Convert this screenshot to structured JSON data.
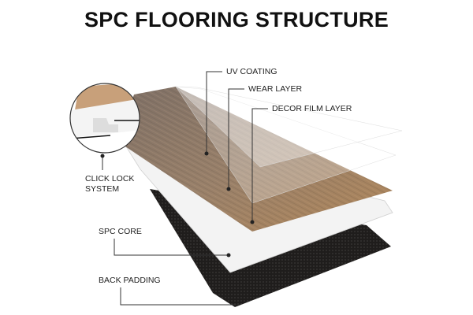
{
  "title": "SPC FLOORING STRUCTURE",
  "labels": {
    "uv_coating": "UV COATING",
    "wear_layer": "WEAR LAYER",
    "decor_film": "DECOR FILM LAYER",
    "click_lock_1": "CLICK LOCK",
    "click_lock_2": "SYSTEM",
    "spc_core": "SPC CORE",
    "back_padding": "BACK PADDING"
  },
  "colors": {
    "wood": "#a57f5c",
    "wood_dark": "#8a7768",
    "back": "#1c1a19",
    "core": "#f2f2f2",
    "line": "#333333"
  }
}
